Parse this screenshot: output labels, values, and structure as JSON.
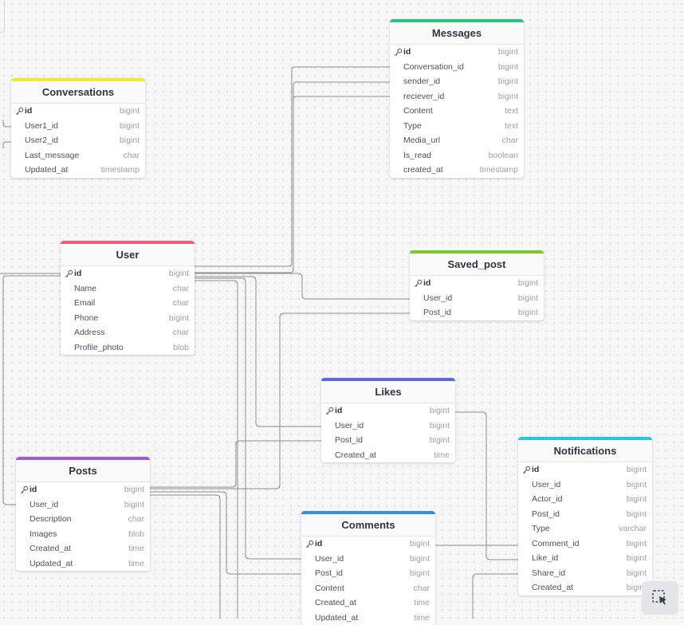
{
  "colors": {
    "conversations": "#f5e63a",
    "messages": "#2ec27e",
    "user": "#e8607e",
    "saved_post": "#7cc925",
    "likes": "#5b6bd6",
    "notifications": "#27c6e0",
    "posts": "#9b5fd6",
    "comments": "#3b8de0",
    "connector": "#8c8c8c"
  },
  "tables": {
    "conversations": {
      "name": "Conversations",
      "fields": [
        {
          "name": "id",
          "type": "bigint"
        },
        {
          "name": "User1_id",
          "type": "bigint"
        },
        {
          "name": "User2_id",
          "type": "bigint"
        },
        {
          "name": "Last_message",
          "type": "char"
        },
        {
          "name": "Updated_at",
          "type": "timestamp"
        }
      ]
    },
    "messages": {
      "name": "Messages",
      "fields": [
        {
          "name": "id",
          "type": "bigint"
        },
        {
          "name": "Conversation_id",
          "type": "bigint"
        },
        {
          "name": "sender_id",
          "type": "bigint"
        },
        {
          "name": "reciever_id",
          "type": "bigint"
        },
        {
          "name": "Content",
          "type": "text"
        },
        {
          "name": "Type",
          "type": "text"
        },
        {
          "name": "Media_url",
          "type": "char"
        },
        {
          "name": "Is_read",
          "type": "boolean"
        },
        {
          "name": "created_at",
          "type": "timestamp"
        }
      ]
    },
    "user": {
      "name": "User",
      "fields": [
        {
          "name": "id",
          "type": "bigint"
        },
        {
          "name": "Name",
          "type": "char"
        },
        {
          "name": "Email",
          "type": "char"
        },
        {
          "name": "Phone",
          "type": "bigint"
        },
        {
          "name": "Address",
          "type": "char"
        },
        {
          "name": "Profile_photo",
          "type": "blob"
        }
      ]
    },
    "saved_post": {
      "name": "Saved_post",
      "fields": [
        {
          "name": "id",
          "type": "bigint"
        },
        {
          "name": "User_id",
          "type": "bigint"
        },
        {
          "name": "Post_id",
          "type": "bigint"
        }
      ]
    },
    "likes": {
      "name": "Likes",
      "fields": [
        {
          "name": "id",
          "type": "bigint"
        },
        {
          "name": "User_id",
          "type": "bigint"
        },
        {
          "name": "Post_id",
          "type": "bigint"
        },
        {
          "name": "Created_at",
          "type": "time"
        }
      ]
    },
    "notifications": {
      "name": "Notifications",
      "fields": [
        {
          "name": "id",
          "type": "bigint"
        },
        {
          "name": "User_id",
          "type": "bigint"
        },
        {
          "name": "Actor_id",
          "type": "bigint"
        },
        {
          "name": "Post_id",
          "type": "bigint"
        },
        {
          "name": "Type",
          "type": "varchar"
        },
        {
          "name": "Comment_id",
          "type": "bigint"
        },
        {
          "name": "Like_id",
          "type": "bigint"
        },
        {
          "name": "Share_id",
          "type": "bigint"
        },
        {
          "name": "Created_at",
          "type": "bigint"
        }
      ]
    },
    "posts": {
      "name": "Posts",
      "fields": [
        {
          "name": "id",
          "type": "bigint"
        },
        {
          "name": "User_id",
          "type": "bigint"
        },
        {
          "name": "Description",
          "type": "char"
        },
        {
          "name": "Images",
          "type": "blob"
        },
        {
          "name": "Created_at",
          "type": "time"
        },
        {
          "name": "Updated_at",
          "type": "time"
        }
      ]
    },
    "comments": {
      "name": "Comments",
      "fields": [
        {
          "name": "id",
          "type": "bigint"
        },
        {
          "name": "User_id",
          "type": "bigint"
        },
        {
          "name": "Post_id",
          "type": "bigint"
        },
        {
          "name": "Content",
          "type": "char"
        },
        {
          "name": "Created_at",
          "type": "time"
        },
        {
          "name": "Updated_at",
          "type": "time"
        }
      ]
    }
  },
  "toolbar": {
    "select_tool_icon": "dashed-selection-cursor-icon"
  }
}
